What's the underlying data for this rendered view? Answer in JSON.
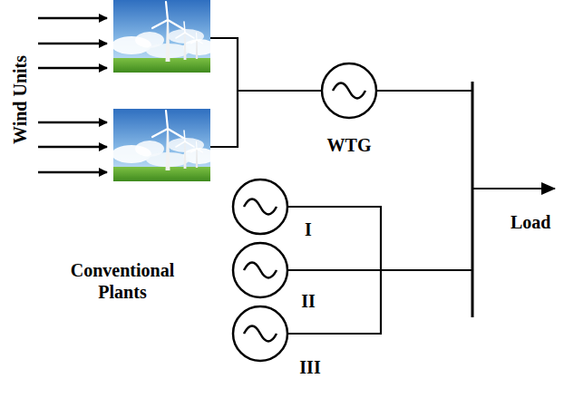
{
  "diagram": {
    "nodes": [
      {
        "text": [
          "WTG"
        ]
      },
      {
        "text": [
          "I"
        ]
      },
      {
        "text": [
          "II"
        ]
      },
      {
        "text": [
          "III"
        ]
      }
    ],
    "labels": [
      "Wind Units",
      "Conventional Plants",
      "Load"
    ]
  }
}
